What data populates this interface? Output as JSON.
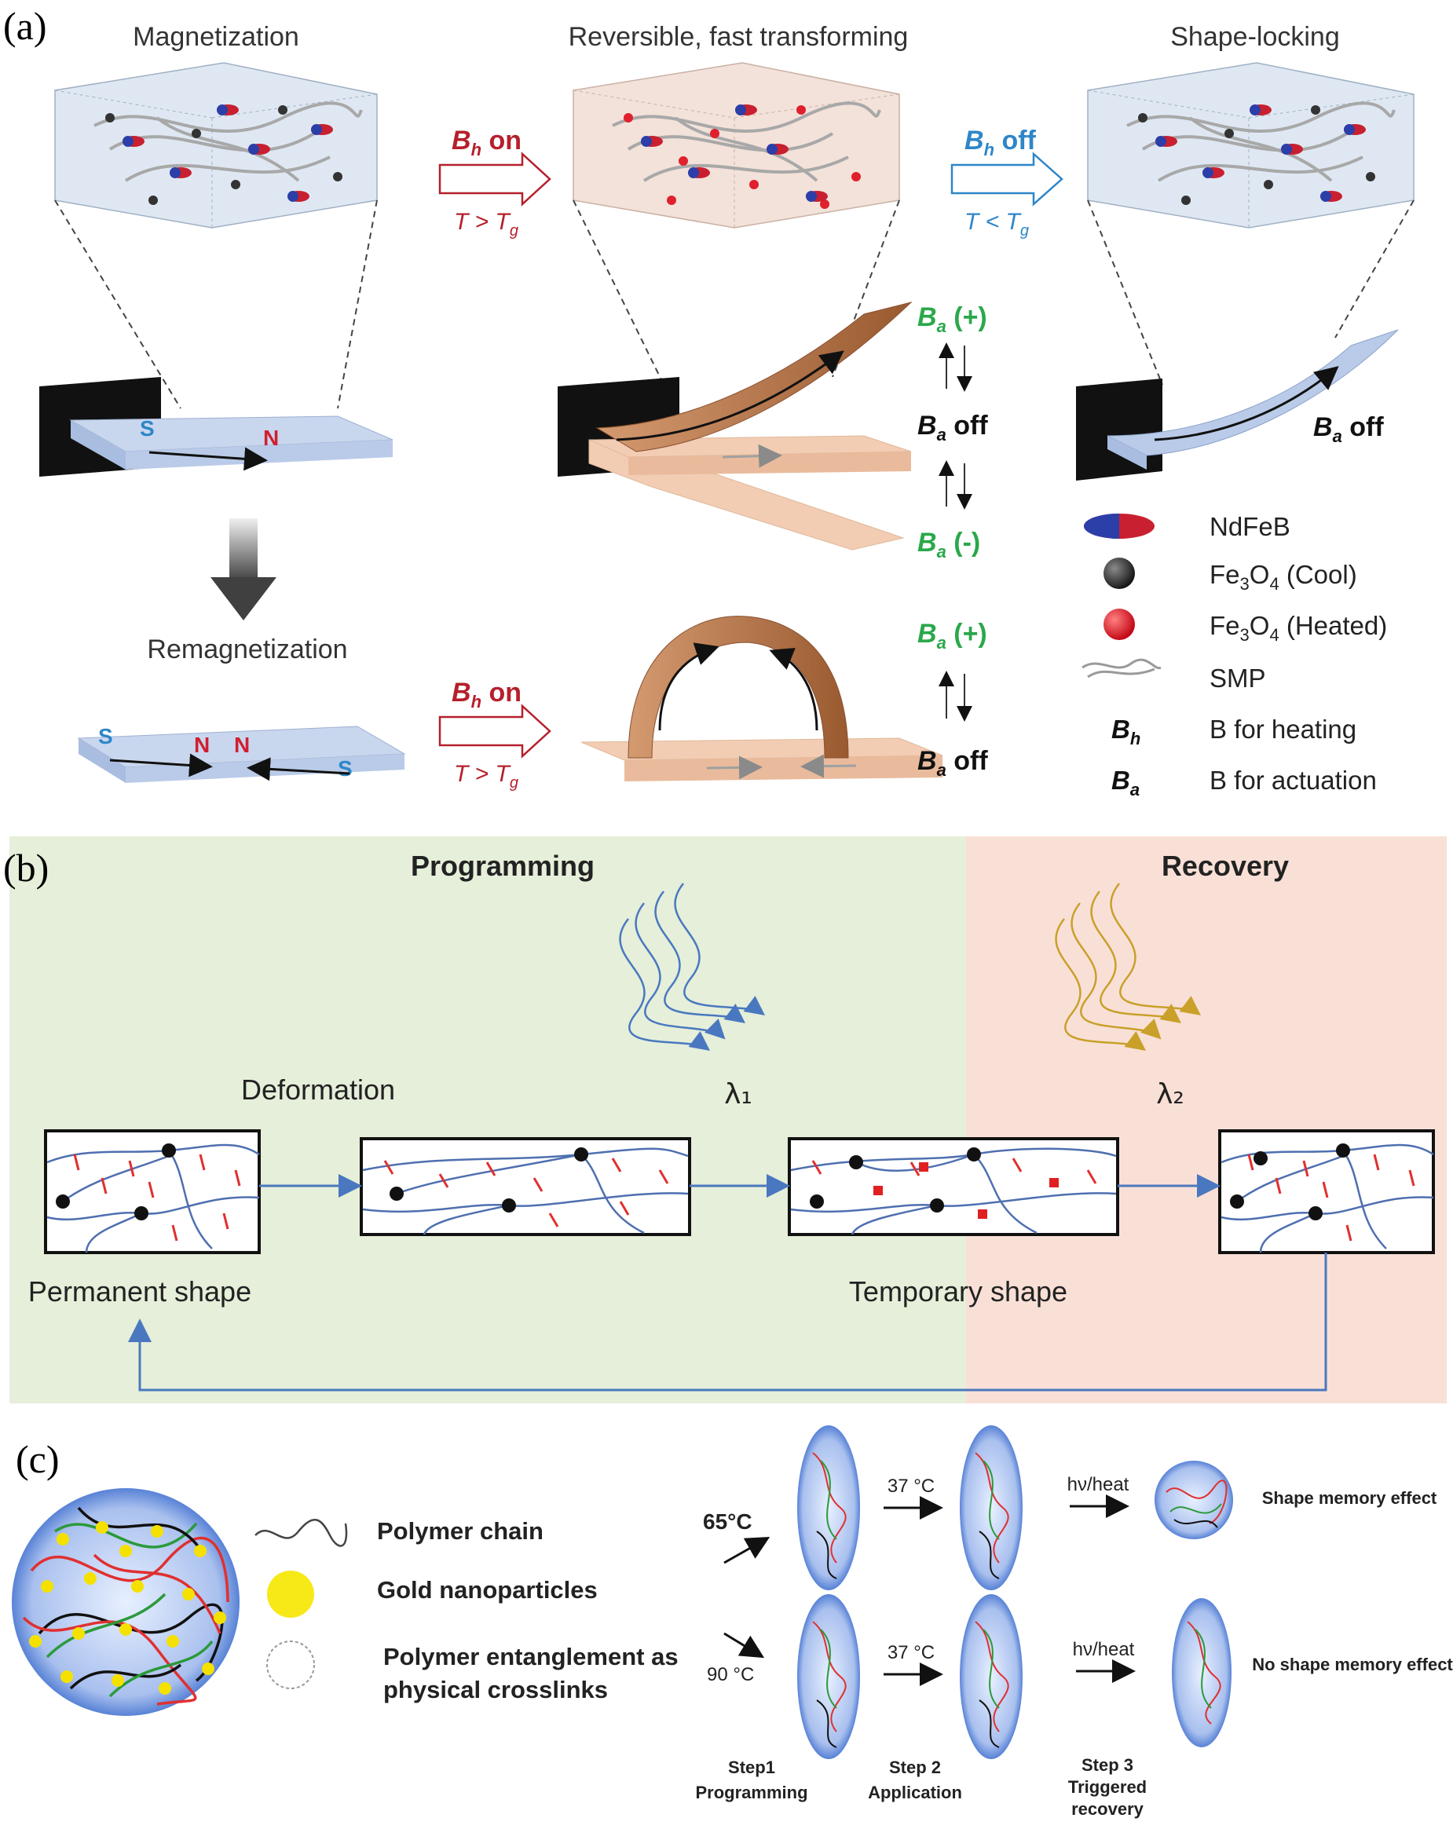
{
  "panel_a": {
    "label": "(a)",
    "col1_title": "Magnetization",
    "col2_title": "Reversible, fast transforming",
    "col3_title": "Shape-locking",
    "bh_on": "B",
    "bh_on_sub": "h",
    "on": " on",
    "off": " off",
    "t_gt": "T > T",
    "t_lt": "T < T",
    "g": "g",
    "ba": "B",
    "ba_sub": "a",
    "plus": " (+)",
    "minus": " (-)",
    "s": "S",
    "n": "N",
    "remagnetization": "Remagnetization",
    "legend": {
      "ndfeb": "NdFeB",
      "fe3o4_cool_pre": "Fe",
      "fe3o4_cool_mid": "O",
      "fe3o4_sub1": "3",
      "fe3o4_sub2": "4",
      "cool": "  (Cool)",
      "heated": "  (Heated)",
      "smp": "SMP",
      "b_heating": "B for heating",
      "b_actuation": "B for actuation"
    },
    "colors": {
      "red": "#b5202c",
      "blue": "#2e86c8",
      "green": "#2aa84a",
      "brown": "#b87848"
    }
  },
  "panel_b": {
    "label": "(b)",
    "programming": "Programming",
    "recovery": "Recovery",
    "deformation": "Deformation",
    "lambda1": "λ₁",
    "lambda2": "λ₂",
    "permanent_shape": "Permanent shape",
    "temporary_shape": "Temporary shape",
    "colors": {
      "green_bg": "#e5efd9",
      "red_bg": "#f9e0d6",
      "line": "#4f6fb0",
      "arrow_blue": "#4a78c0",
      "arrow_gold": "#c9a02a"
    }
  },
  "panel_c": {
    "label": "(c)",
    "legend_polymer": "Polymer chain",
    "legend_gold": "Gold nanoparticles",
    "legend_entangle_1": "Polymer entanglement as",
    "legend_entangle_2": "physical crosslinks",
    "t65": "65°C",
    "t90": "90 °C",
    "t37a": "37 °C",
    "t37b": "37 °C",
    "hv1": "hν/heat",
    "hv2": "hν/heat",
    "sme": "Shape memory effect",
    "nosme": "No shape memory effect",
    "step1a": "Step1",
    "step1b": "Programming",
    "step2a": "Step 2",
    "step2b": "Application",
    "step3a": "Step 3",
    "step3b": "Triggered",
    "step3c": "recovery"
  }
}
